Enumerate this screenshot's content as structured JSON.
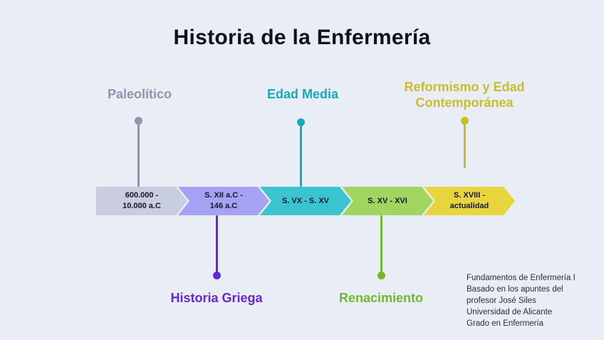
{
  "title": "Historia de la Enfermería",
  "colors": {
    "background": "#e9edf6",
    "title_text": "#10111f",
    "segment_text": "#16162a",
    "footer_text": "#2c2c36"
  },
  "eras_top": [
    {
      "label": "Paleolítico",
      "color": "#8d96aa"
    },
    {
      "label": "Edad Media",
      "color": "#16a9b8"
    },
    {
      "label": "Reformismo y Edad Contemporánea",
      "color": "#c9bd2b"
    }
  ],
  "eras_bottom": [
    {
      "label": "Historia Griega",
      "color": "#6527d9"
    },
    {
      "label": "Renacimiento",
      "color": "#70b92c"
    }
  ],
  "timeline": {
    "segments": [
      {
        "label": "600.000 -\n10.000 a.C",
        "color": "#c9cede"
      },
      {
        "label": "S. XII a.C -\n146 a.C",
        "color": "#a6a2f3"
      },
      {
        "label": "S. VX - S. XV",
        "color": "#3ac4cf"
      },
      {
        "label": "S. XV - XVI",
        "color": "#a0d55f"
      },
      {
        "label": "S. XVIII -\nactualidad",
        "color": "#e8d53e"
      }
    ]
  },
  "footer": {
    "text": "Fundamentos de Enfermería I\nBasado en los apuntes del\nprofesor José Siles\nUniversidad de Alicante\nGrado en Enfermería"
  }
}
